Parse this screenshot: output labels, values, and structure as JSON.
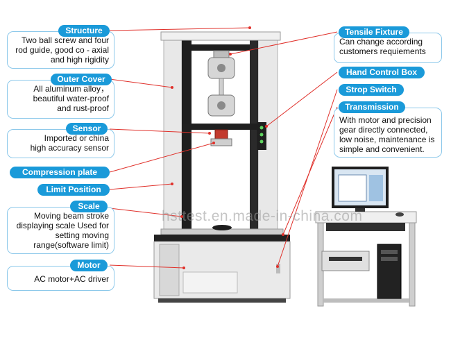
{
  "left_callouts": [
    {
      "title": "Structure",
      "lines": [
        "Two ball screw and four",
        "rod guide, good co - axial",
        "and high rigidity"
      ]
    },
    {
      "title": "Outer Cover",
      "lines": [
        "All aluminum alloy，",
        "beautiful water-proof",
        "and rust-proof"
      ]
    },
    {
      "title": "Sensor",
      "lines": [
        "Imported or china",
        "high accuracy sensor"
      ]
    },
    {
      "title": "Compression plate"
    },
    {
      "title": "Limit Position"
    },
    {
      "title": "Scale",
      "lines": [
        "Moving beam stroke",
        "displaying scale Used for",
        "setting moving",
        "range(software limit)"
      ]
    },
    {
      "title": "Motor",
      "lines": [
        "AC motor+AC driver"
      ]
    }
  ],
  "right_callouts": [
    {
      "title": "Tensile Fixture",
      "lines": [
        "Can change according",
        "customers requiements"
      ]
    },
    {
      "title": "Hand Control Box"
    },
    {
      "title": "Strop Switch"
    },
    {
      "title": "Transmission",
      "lines": [
        "With motor and precision",
        "gear directly connected,",
        "low noise, maintenance is",
        "simple and convenient."
      ]
    }
  ],
  "watermark": "hsttest.en.made-in-china.com",
  "colors": {
    "label_bg": "#1a9ad9",
    "box_border": "#8cc8ea",
    "pointer": "#e0302a"
  }
}
